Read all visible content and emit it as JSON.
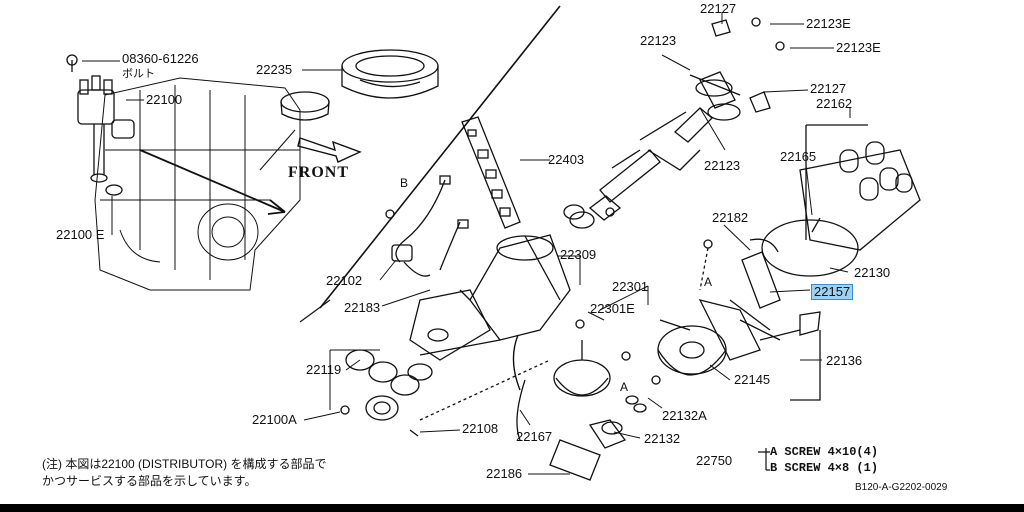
{
  "labels": {
    "p22127_top": "22127",
    "p22123E_top": "22123E",
    "p22123_top": "22123",
    "p22123E_mid": "22123E",
    "p22127_mid": "22127",
    "p22162": "22162",
    "p08360": "08360-61226",
    "bolt_jp": "ボルト",
    "p22235": "22235",
    "p22100": "22100",
    "p22403": "22403",
    "p22123_mid": "22123",
    "p22165": "22165",
    "p22100E": "22100 E",
    "p22182": "22182",
    "p22130": "22130",
    "p22309": "22309",
    "p22102": "22102",
    "p22301": "22301",
    "p22157": "22157",
    "p22183": "22183",
    "p22301E": "22301E",
    "p22136": "22136",
    "p22119": "22119",
    "p22145": "22145",
    "p22132A": "22132A",
    "p22100A": "22100A",
    "p22108": "22108",
    "p22167": "22167",
    "p22132": "22132",
    "p22186": "22186",
    "p22750": "22750",
    "ref_B": "B",
    "ref_A1": "A",
    "ref_A2": "A"
  },
  "front_label": "FRONT",
  "note": {
    "line1": "(注) 本図は22100 (DISTRIBUTOR) を構成する部品で",
    "line2": "かつサービスする部品を示しています。"
  },
  "screws": {
    "a": "A  SCREW  4×10(4)",
    "b": "B  SCREW  4×8 (1)"
  },
  "diagram_code": "B120-A-G2202-0029",
  "highlight_color": "#9fd2f2"
}
